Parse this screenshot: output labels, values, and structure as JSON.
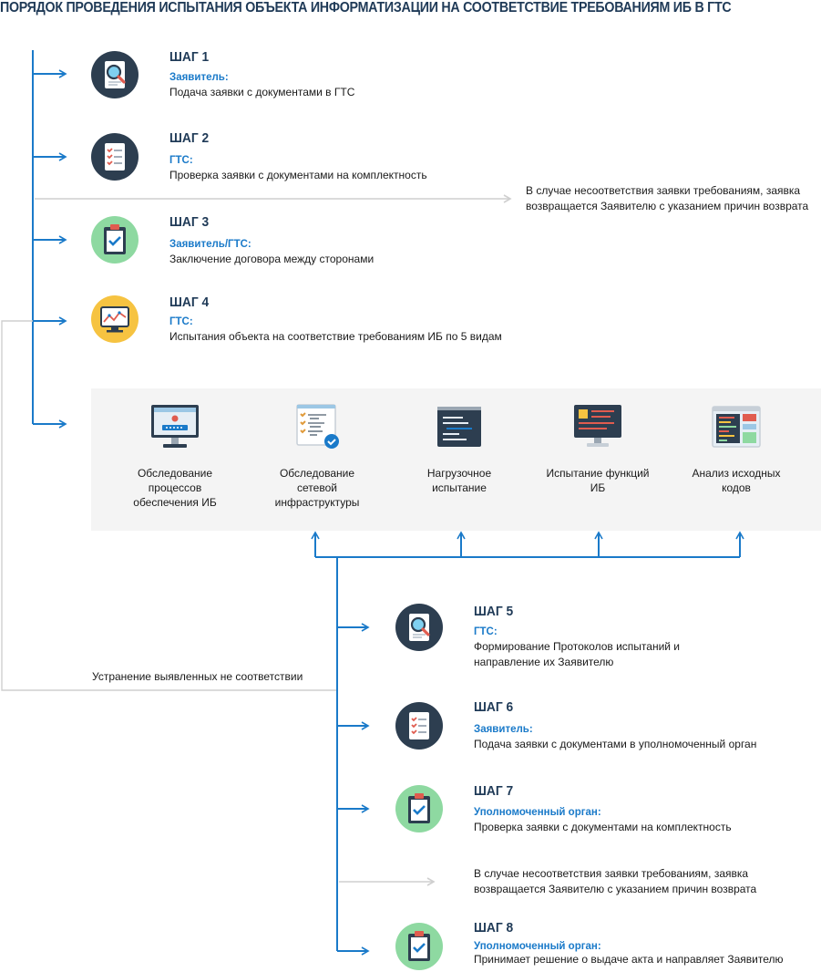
{
  "title": "ПОРЯДОК ПРОВЕДЕНИЯ ИСПЫТАНИЯ ОБЪЕКТА ИНФОРМАТИЗАЦИИ НА СООТВЕТСТВИЕ ТРЕБОВАНИЯМ ИБ В ГТС",
  "steps": [
    {
      "num": "ШАГ 1",
      "actor": "Заявитель:",
      "action": "Подача заявки с документами в ГТС",
      "icon": "magnifier-document-icon"
    },
    {
      "num": "ШАГ 2",
      "actor": "ГТС:",
      "action": "Проверка заявки с документами на комплектность",
      "icon": "checklist-document-icon"
    },
    {
      "num": "ШАГ 3",
      "actor": "Заявитель/ГТС:",
      "action": "Заключение договора между сторонами",
      "icon": "clipboard-check-icon"
    },
    {
      "num": "ШАГ 4",
      "actor": "ГТС:",
      "action": "Испытания объекта на соответствие требованиям ИБ по 5 видам",
      "icon": "monitor-chart-icon"
    },
    {
      "num": "ШАГ 5",
      "actor": "ГТС:",
      "action": "Формирование Протоколов испытаний и направление их Заявителю",
      "icon": "magnifier-document-icon"
    },
    {
      "num": "ШАГ 6",
      "actor": "Заявитель:",
      "action": "Подача заявки с документами  в уполномоченный орган",
      "icon": "checklist-document-icon"
    },
    {
      "num": "ШАГ 7",
      "actor": "Уполномоченный орган:",
      "action": "Проверка заявки с документами на комплектность",
      "icon": "clipboard-check-icon"
    },
    {
      "num": "ШАГ 8",
      "actor": "Уполномоченный орган:",
      "action": "Принимает решение о выдаче  акта и направляет Заявителю",
      "icon": "clipboard-check-icon"
    }
  ],
  "reject_note": "В случае несоответствия заявки требованиям, заявка возвращается Заявителю с указанием причин возврата",
  "fix_note": "Устранение выявленных не соответствии",
  "test_types": [
    {
      "label": "Обследование процессов обеспечения ИБ",
      "icon": "monitor-login-icon"
    },
    {
      "label": "Обследование сетевой инфраструктуры",
      "icon": "config-checklist-icon"
    },
    {
      "label": "Нагрузочное испытание",
      "icon": "terminal-code-icon"
    },
    {
      "label": "Испытание функций ИБ",
      "icon": "monitor-code-icon"
    },
    {
      "label": "Анализ исходных кодов",
      "icon": "source-code-window-icon"
    }
  ],
  "colors": {
    "arrow": "#1a7ac9",
    "gray_arrow": "#cfcfcf",
    "dark_icon": "#2d3e50",
    "green_icon": "#8ed9a1",
    "yellow_icon": "#f6c341",
    "heading": "#1f3a57"
  }
}
